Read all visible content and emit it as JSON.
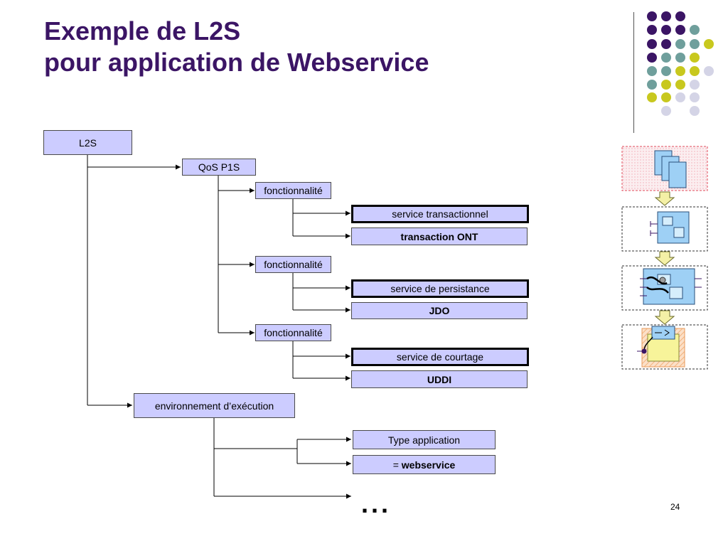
{
  "slide": {
    "title_line1": "Exemple de L2S",
    "title_line2": "pour application de Webservice",
    "page_number": "24",
    "ellipsis": "..."
  },
  "tree": {
    "root": "L2S",
    "qos": "QoS P1S",
    "func1": "fonctionnalité",
    "func1_service": "service transactionnel",
    "func1_impl": "transaction ONT",
    "func2": "fonctionnalité",
    "func2_service": "service de persistance",
    "func2_impl": "JDO",
    "func3": "fonctionnalité",
    "func3_service": "service de courtage",
    "func3_impl": "UDDI",
    "env": "environnement d’exécution",
    "env_type": "Type application",
    "env_value_prefix": "= ",
    "env_value": "webservice"
  },
  "colors": {
    "title": "#3b1565",
    "box_fill": "#ccccff",
    "dot_purple": "#3b1565",
    "dot_teal": "#6f9f9c",
    "dot_yellow": "#c8c81e",
    "dot_lavender": "#d4d4e6"
  },
  "icons": {
    "side_panels": [
      "documents-icon",
      "component-icon",
      "composite-component-icon",
      "folder-component-icon"
    ]
  }
}
